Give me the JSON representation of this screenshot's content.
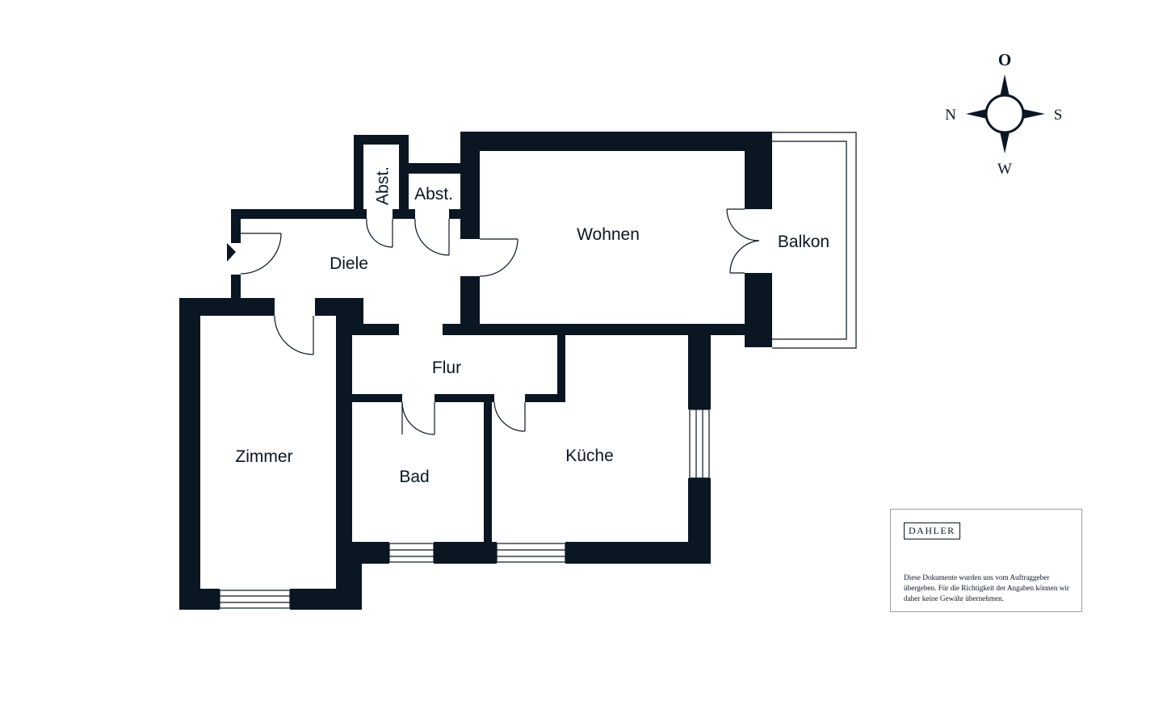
{
  "rooms": {
    "abst_1": "Abst.",
    "abst_2": "Abst.",
    "diele": "Diele",
    "wohnen": "Wohnen",
    "balkon": "Balkon",
    "flur": "Flur",
    "zimmer": "Zimmer",
    "bad": "Bad",
    "kueche": "Küche"
  },
  "compass": {
    "top": "O",
    "left": "N",
    "right": "S",
    "bottom": "W"
  },
  "disclaimer": {
    "brand": "DAHLER",
    "text": "Diese Dokumente wurden uns vom Auftraggeber übergeben. Für die Richtigkeit der Angaben können wir daher keine Gewähr übernehmen."
  },
  "colors": {
    "wall": "#0b1623",
    "background": "#ffffff"
  }
}
